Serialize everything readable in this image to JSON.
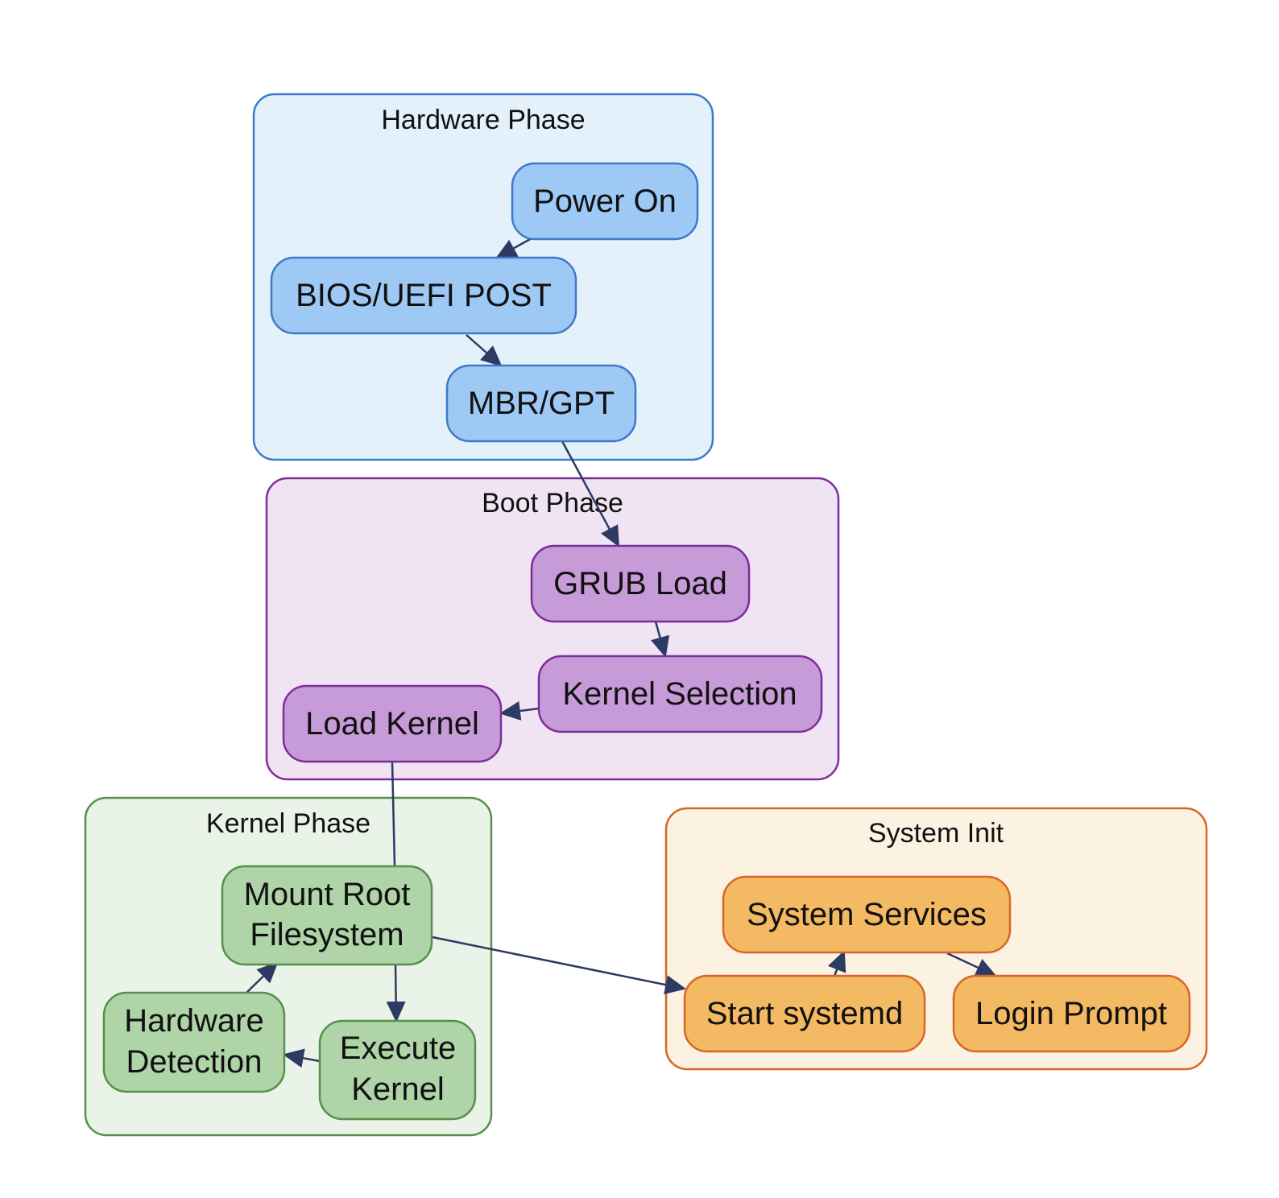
{
  "colors": {
    "edge": "#2c3a64",
    "hardware": {
      "fill": "#e4f1fb",
      "stroke": "#3d7bc7",
      "node_fill": "#9fc9f5",
      "node_stroke": "#3d7bc7"
    },
    "boot": {
      "fill": "#f0e4f4",
      "stroke": "#7c2e98",
      "node_fill": "#c79ad8",
      "node_stroke": "#7c2e98"
    },
    "kernel": {
      "fill": "#eaf3e7",
      "stroke": "#56904a",
      "node_fill": "#aed4a8",
      "node_stroke": "#56904a"
    },
    "init": {
      "fill": "#fcf2e2",
      "stroke": "#d76628",
      "node_fill": "#f4b963",
      "node_stroke": "#d76628"
    }
  },
  "clusters": {
    "hardware": {
      "label": "Hardware Phase"
    },
    "boot": {
      "label": "Boot Phase"
    },
    "kernel": {
      "label": "Kernel Phase"
    },
    "init": {
      "label": "System Init"
    }
  },
  "nodes": {
    "power_on": {
      "lines": [
        "Power On"
      ]
    },
    "bios_post": {
      "lines": [
        "BIOS/UEFI POST"
      ]
    },
    "mbr_gpt": {
      "lines": [
        "MBR/GPT"
      ]
    },
    "grub_load": {
      "lines": [
        "GRUB Load"
      ]
    },
    "kernel_selection": {
      "lines": [
        "Kernel Selection"
      ]
    },
    "load_kernel": {
      "lines": [
        "Load Kernel"
      ]
    },
    "mount_root": {
      "lines": [
        "Mount Root",
        "Filesystem"
      ]
    },
    "hardware_detection": {
      "lines": [
        "Hardware",
        "Detection"
      ]
    },
    "execute_kernel": {
      "lines": [
        "Execute",
        "Kernel"
      ]
    },
    "system_services": {
      "lines": [
        "System Services"
      ]
    },
    "start_systemd": {
      "lines": [
        "Start systemd"
      ]
    },
    "login_prompt": {
      "lines": [
        "Login Prompt"
      ]
    }
  }
}
